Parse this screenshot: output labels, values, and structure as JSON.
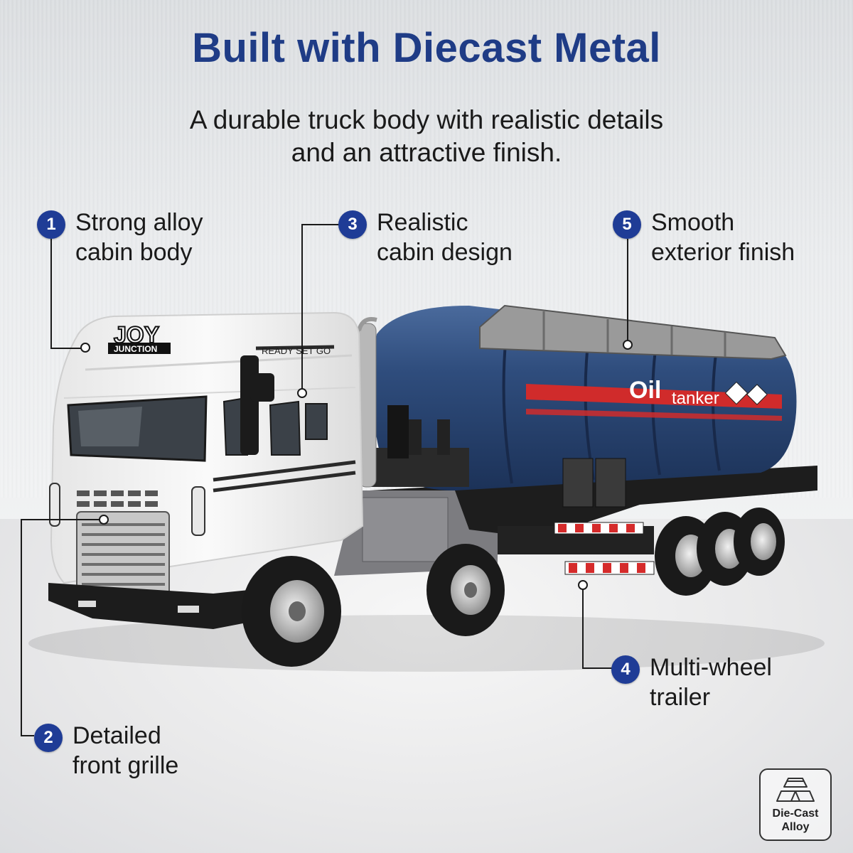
{
  "header": {
    "title": "Built with Diecast Metal",
    "subtitle_line1": "A durable truck body with realistic details",
    "subtitle_line2": "and an attractive finish."
  },
  "callouts": [
    {
      "number": "1",
      "line1": "Strong alloy",
      "line2": "cabin body"
    },
    {
      "number": "2",
      "line1": "Detailed",
      "line2": "front grille"
    },
    {
      "number": "3",
      "line1": "Realistic",
      "line2": "cabin design"
    },
    {
      "number": "4",
      "line1": "Multi-wheel",
      "line2": "trailer"
    },
    {
      "number": "5",
      "line1": "Smooth",
      "line2": "exterior finish"
    }
  ],
  "truck": {
    "brand_line1": "JOY",
    "brand_line2": "JUNCTION",
    "cabin_text": "READY SET GO",
    "tank_text_oil": "Oil",
    "tank_text_tanker": "tanker",
    "tank_color": "#2c4a78",
    "cabin_color": "#f4f4f4"
  },
  "badge": {
    "icon": "gold-bars-icon",
    "line1": "Die-Cast",
    "line2": "Alloy"
  },
  "colors": {
    "accent": "#1f3c86",
    "badge": "#1f3c96"
  }
}
